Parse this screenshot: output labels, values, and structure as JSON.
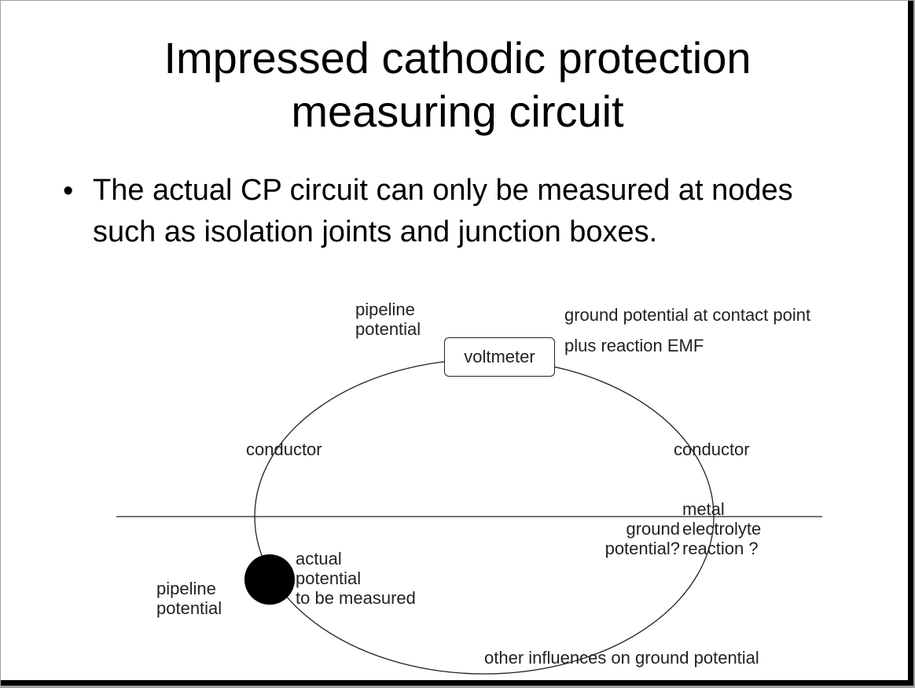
{
  "title_line1": "Impressed cathodic protection",
  "title_line2": "measuring circuit",
  "bullet_symbol": "•",
  "bullet_text": "The actual CP circuit can only be measured at nodes such as isolation joints and junction boxes.",
  "diagram": {
    "voltmeter": "voltmeter",
    "pipeline_potential_top": [
      "pipeline",
      "potential"
    ],
    "ground_potential_contact": [
      "ground potential at contact point",
      "plus reaction EMF"
    ],
    "conductor_left": "conductor",
    "conductor_right": "conductor",
    "metal_electrolyte": [
      "metal",
      "electrolyte",
      "reaction ?"
    ],
    "ground_potential_q": [
      "ground",
      "potential?"
    ],
    "actual_potential": [
      "actual",
      "potential",
      "to be measured"
    ],
    "pipeline_potential_bottom": [
      "pipeline",
      "potential"
    ],
    "other_influences": "other influences on ground potential"
  }
}
